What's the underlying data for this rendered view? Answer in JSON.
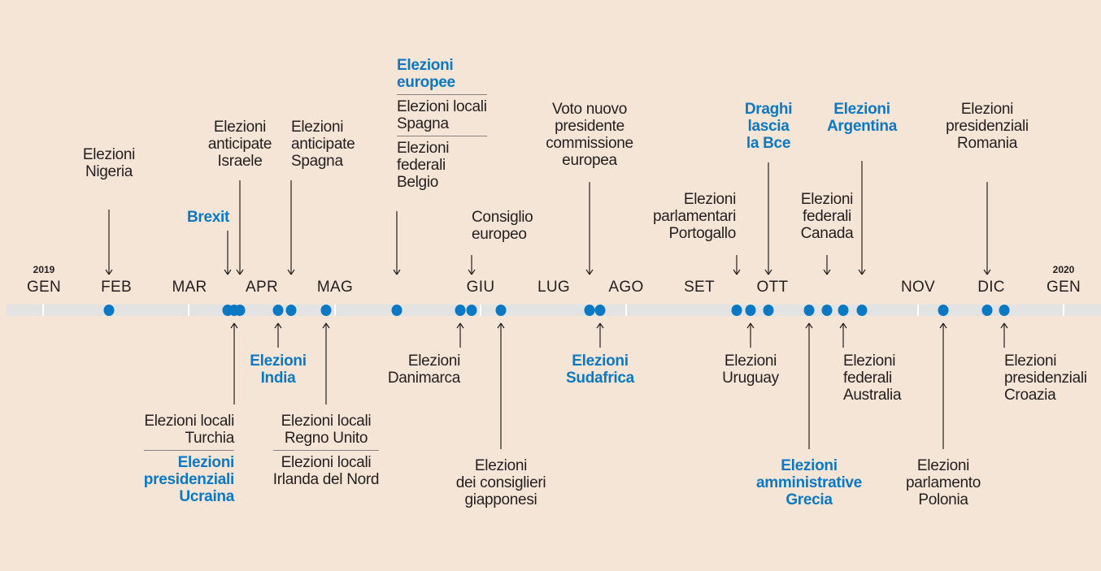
{
  "years": {
    "start": "2019",
    "end": "2020"
  },
  "months": [
    "GEN",
    "FEB",
    "MAR",
    "APR",
    "MAG",
    "GIU",
    "LUG",
    "AGO",
    "SET",
    "OTT",
    "NOV",
    "DIC",
    "GEN"
  ],
  "colors": {
    "background": "#f5e5d6",
    "highlight": "#0a78c2",
    "axis": "#e3e3e3",
    "text": "#231f20"
  },
  "events": [
    {
      "blocks": [
        {
          "text": "Elezioni\nNigeria",
          "highlight": false
        }
      ]
    },
    {
      "blocks": [
        {
          "text": "Brexit",
          "highlight": true
        }
      ]
    },
    {
      "blocks": [
        {
          "text": "Elezioni\nanticipate\nIsraele",
          "highlight": false
        }
      ]
    },
    {
      "blocks": [
        {
          "text": "Elezioni\nanticipate\nSpagna",
          "highlight": false
        }
      ]
    },
    {
      "blocks": [
        {
          "text": "Elezioni\neuropee",
          "highlight": true
        },
        {
          "text": "Elezioni locali\nSpagna",
          "highlight": false
        },
        {
          "text": "Elezioni\nfederali\nBelgio",
          "highlight": false
        }
      ]
    },
    {
      "blocks": [
        {
          "text": "Consiglio\neuropeo",
          "highlight": false
        }
      ]
    },
    {
      "blocks": [
        {
          "text": "Voto nuovo\npresidente\ncommissione\neuropea",
          "highlight": false
        }
      ]
    },
    {
      "blocks": [
        {
          "text": "Elezioni\nparlamentari\nPortogallo",
          "highlight": false
        }
      ]
    },
    {
      "blocks": [
        {
          "text": "Draghi\nlascia\nla Bce",
          "highlight": true
        }
      ]
    },
    {
      "blocks": [
        {
          "text": "Elezioni\nfederali\nCanada",
          "highlight": false
        }
      ]
    },
    {
      "blocks": [
        {
          "text": "Elezioni\nArgentina",
          "highlight": true
        }
      ]
    },
    {
      "blocks": [
        {
          "text": "Elezioni\npresidenziali\nRomania",
          "highlight": false
        }
      ]
    },
    {
      "blocks": [
        {
          "text": "Elezioni locali\nTurchia",
          "highlight": false
        },
        {
          "text": "Elezioni\npresidenziali\nUcraina",
          "highlight": true
        }
      ]
    },
    {
      "blocks": [
        {
          "text": "Elezioni\nIndia",
          "highlight": true
        }
      ]
    },
    {
      "blocks": [
        {
          "text": "Elezioni locali\nRegno Unito",
          "highlight": false
        },
        {
          "text": "Elezioni locali\nIrlanda del Nord",
          "highlight": false
        }
      ]
    },
    {
      "blocks": [
        {
          "text": "Elezioni\nDanimarca",
          "highlight": false
        }
      ]
    },
    {
      "blocks": [
        {
          "text": "Elezioni\ndei consiglieri\ngiapponesi",
          "highlight": false
        }
      ]
    },
    {
      "blocks": [
        {
          "text": "Elezioni\nSudafrica",
          "highlight": true
        }
      ]
    },
    {
      "blocks": [
        {
          "text": "Elezioni\nUruguay",
          "highlight": false
        }
      ]
    },
    {
      "blocks": [
        {
          "text": "Elezioni\namministrative\nGrecia",
          "highlight": true
        }
      ]
    },
    {
      "blocks": [
        {
          "text": "Elezioni\nfederali\nAustralia",
          "highlight": false
        }
      ]
    },
    {
      "blocks": [
        {
          "text": "Elezioni\nparlamento\nPolonia",
          "highlight": false
        }
      ]
    },
    {
      "blocks": [
        {
          "text": "Elezioni\npresidenziali\nCroazia",
          "highlight": false
        }
      ]
    }
  ]
}
